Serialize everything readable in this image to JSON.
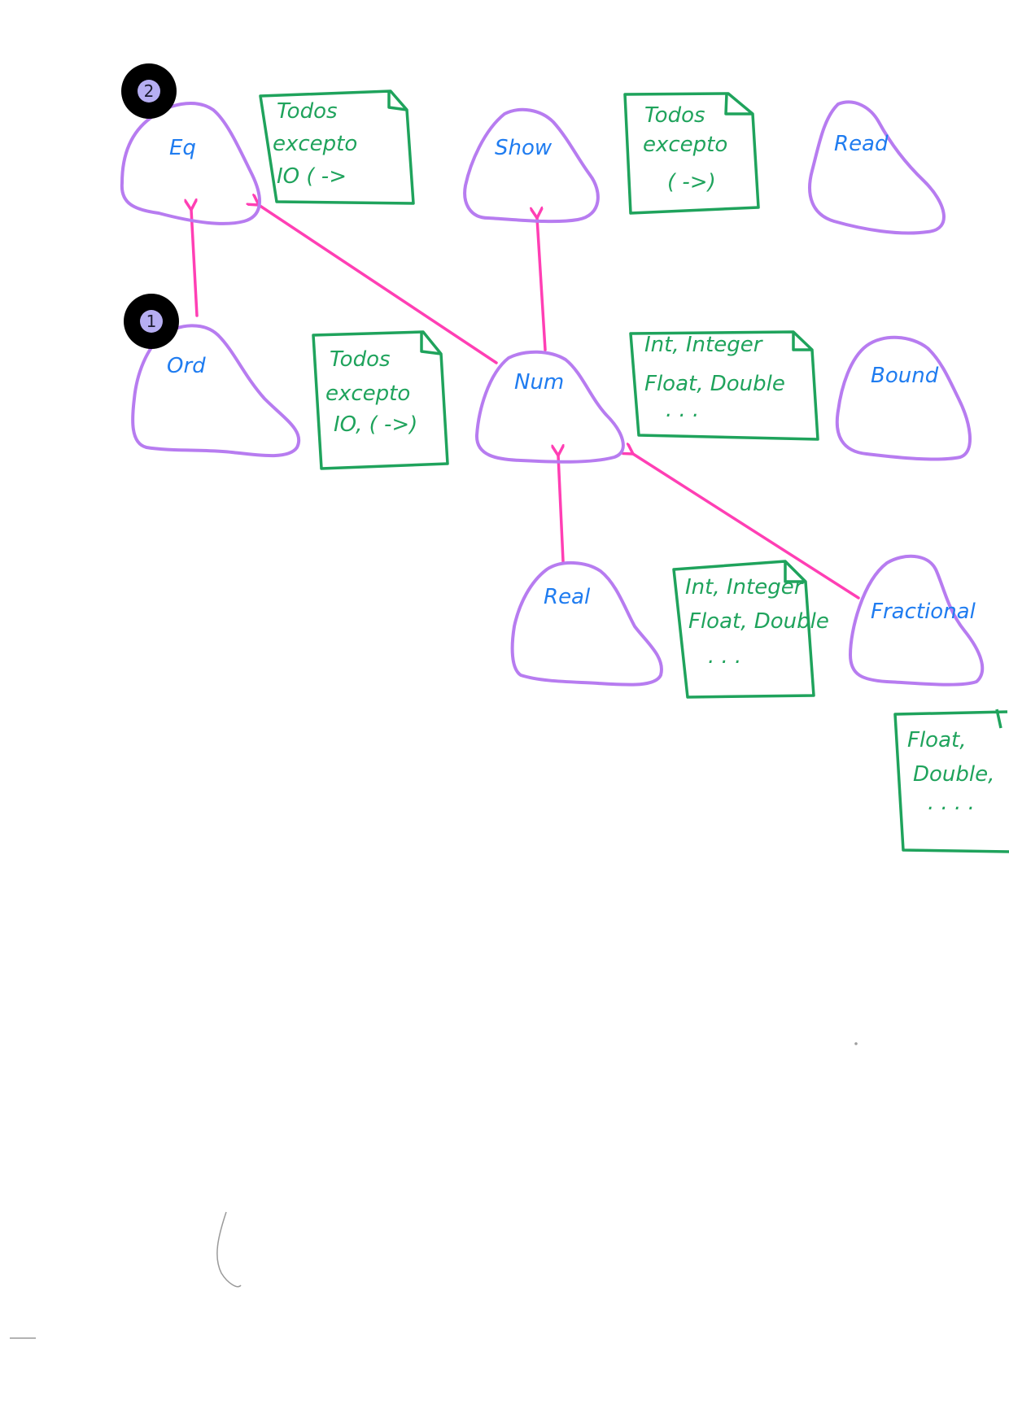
{
  "classes": {
    "eq": "Eq",
    "show": "Show",
    "read": "Read",
    "ord": "Ord",
    "num": "Num",
    "bound": "Bound",
    "real": "Real",
    "fractional": "Fractional"
  },
  "notes": {
    "eq": [
      "Todos",
      "excepto",
      "IO ( ->"
    ],
    "show": [
      "Todos",
      "excepto",
      "( ->)"
    ],
    "ord": [
      "Todos",
      "excepto",
      "IO, ( ->)"
    ],
    "num": [
      "Int, Integer",
      "Float, Double",
      ". . ."
    ],
    "real": [
      "Int, Integer",
      "Float, Double",
      ". . ."
    ],
    "fractional": [
      "Float,",
      "Double,",
      ". . . ."
    ]
  },
  "badges": {
    "eq": "2",
    "ord": "1"
  },
  "colors": {
    "class_outline": "#b77cf0",
    "class_label": "#1f7cf0",
    "note": "#1fa35c",
    "arrow": "#ff3fb4",
    "badge": "#000000",
    "badge_inner": "#b6aef2"
  }
}
